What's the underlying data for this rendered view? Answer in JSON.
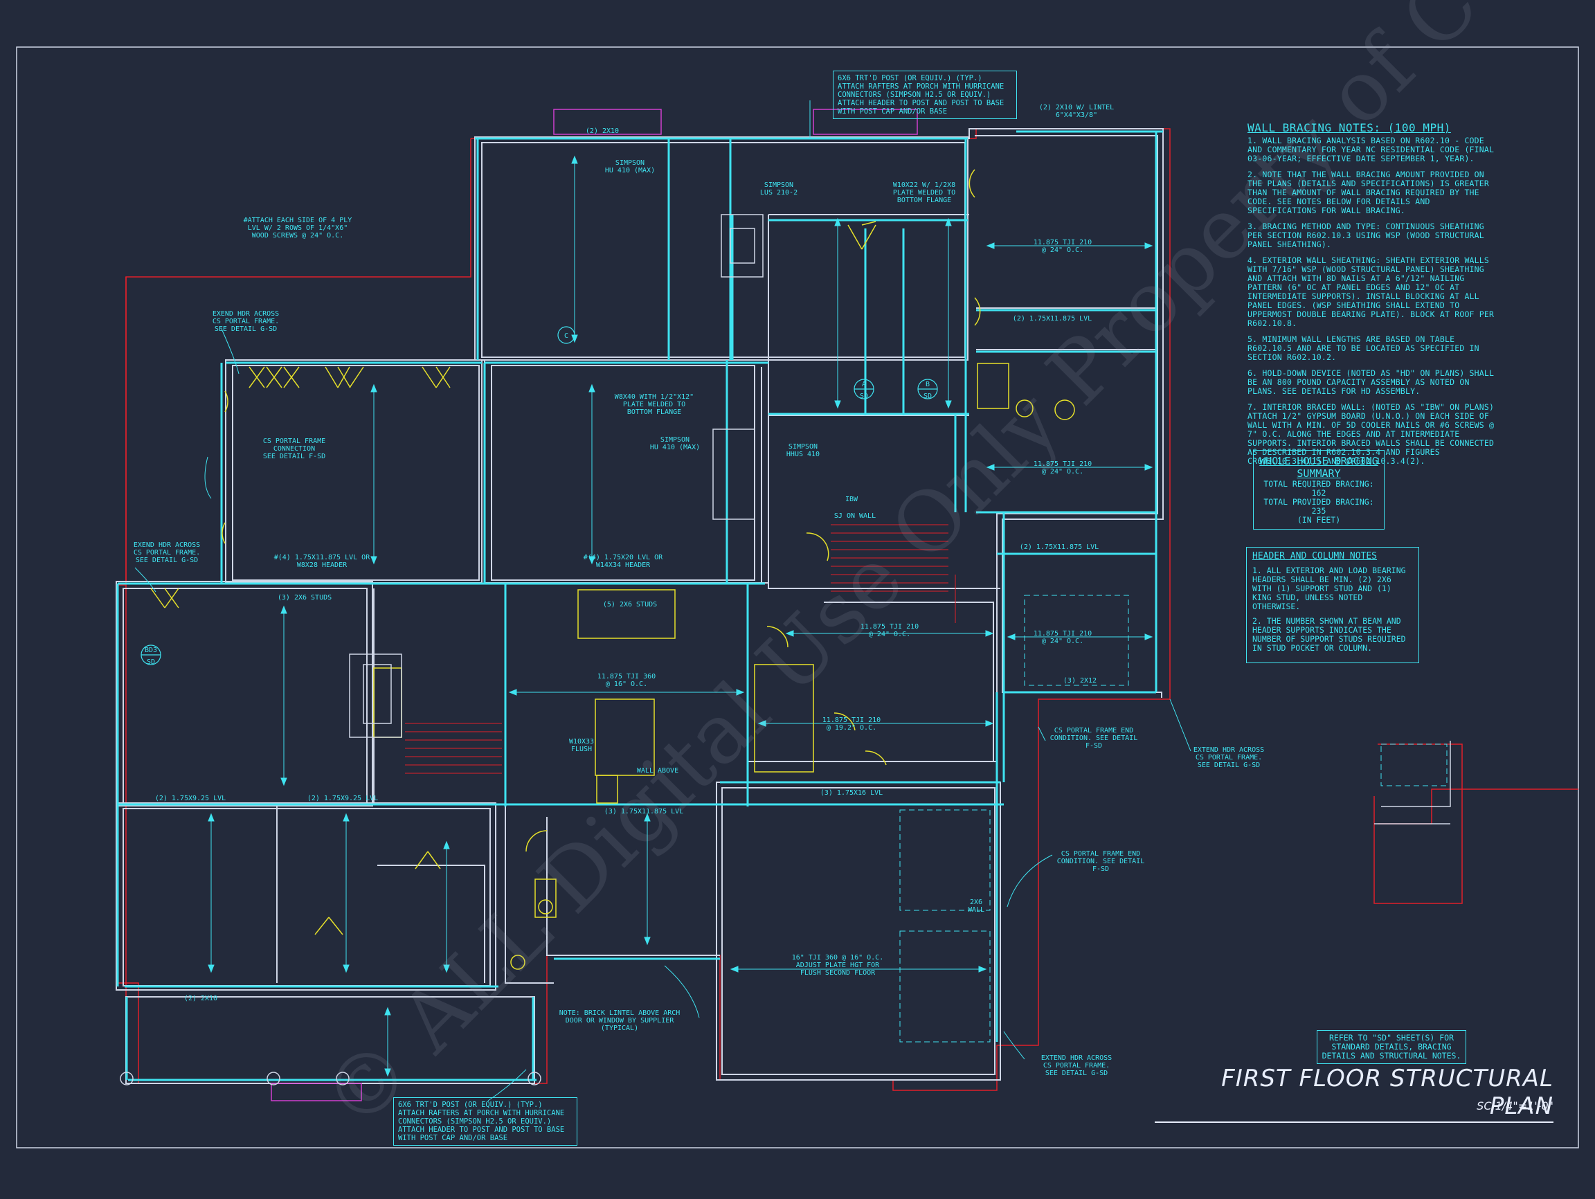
{
  "title": "FIRST FLOOR STRUCTURAL PLAN",
  "scale": "SC.1/4\"=1'-0\"",
  "wall_bracing_notes": {
    "heading": "WALL BRACING NOTES: (100 MPH)",
    "items": [
      "1. WALL BRACING ANALYSIS BASED ON R602.10 - CODE AND COMMENTARY FOR YEAR NC RESIDENTIAL CODE (FINAL 03-06-YEAR; EFFECTIVE DATE SEPTEMBER 1, YEAR).",
      "2. NOTE THAT THE WALL BRACING AMOUNT PROVIDED ON THE PLANS (DETAILS AND SPECIFICATIONS) IS GREATER THAN THE AMOUNT OF WALL BRACING REQUIRED BY THE CODE. SEE NOTES BELOW FOR DETAILS AND SPECIFICATIONS FOR WALL BRACING.",
      "3. BRACING METHOD AND TYPE: CONTINUOUS SHEATHING PER SECTION R602.10.3 USING WSP (WOOD STRUCTURAL PANEL SHEATHING).",
      "4. EXTERIOR WALL SHEATHING: SHEATH EXTERIOR WALLS WITH 7/16\" WSP (WOOD STRUCTURAL PANEL) SHEATHING AND ATTACH WITH 8d NAILS AT A 6\"/12\" NAILING PATTERN (6\" OC AT PANEL EDGES AND 12\" OC AT INTERMEDIATE SUPPORTS). INSTALL BLOCKING AT ALL PANEL EDGES. (WSP SHEATHING SHALL EXTEND TO UPPERMOST DOUBLE BEARING PLATE). BLOCK AT ROOF PER R602.10.8.",
      "5. MINIMUM WALL LENGTHS ARE BASED ON TABLE R602.10.5 AND ARE TO BE LOCATED AS SPECIFIED IN SECTION R602.10.2.",
      "6. HOLD-DOWN DEVICE (NOTED AS \"HD\" ON PLANS) SHALL BE AN 800 POUND CAPACITY ASSEMBLY AS NOTED ON PLANS. SEE DETAILS FOR HD ASSEMBLY.",
      "7. INTERIOR BRACED WALL: (NOTED AS \"IBW\" ON PLANS) ATTACH 1/2\" GYPSUM BOARD (U.N.O.) ON EACH SIDE OF WALL WITH A MIN. OF 5d COOLER NAILS OR #6 SCREWS @ 7\" O.C. ALONG THE EDGES AND AT INTERMEDIATE SUPPORTS. INTERIOR BRACED WALLS SHALL BE CONNECTED AS DESCRIBED IN R602.10.3.4 AND FIGURES CR602.10.3.4(1) AND CR602.10.3.4(2)."
    ]
  },
  "bracing_summary": {
    "heading": "WHOLE HOUSE BRACING SUMMARY",
    "required": "TOTAL REQUIRED BRACING: 162",
    "provided": "TOTAL PROVIDED BRACING: 235",
    "unit": "(IN FEET)"
  },
  "header_column_notes": {
    "heading": "HEADER AND COLUMN NOTES",
    "items": [
      "1. ALL EXTERIOR AND LOAD BEARING HEADERS SHALL BE MIN. (2) 2x6 WITH (1) SUPPORT STUD AND (1) KING STUD, UNLESS NOTED OTHERWISE.",
      "2. THE NUMBER SHOWN AT BEAM AND HEADER SUPPORTS INDICATES THE NUMBER OF SUPPORT STUDS REQUIRED IN STUD POCKET OR COLUMN."
    ]
  },
  "refer_note": "REFER TO \"SD\" SHEET(S) FOR STANDARD DETAILS, BRACING DETAILS AND STRUCTURAL NOTES.",
  "callouts": {
    "top_post": "6x6 TRT'D POST (OR EQUIV.) (TYP.) ATTACH RAFTERS AT PORCH WITH HURRICANE CONNECTORS (SIMPSON H2.5 OR EQUIV.) ATTACH HEADER TO POST AND POST TO BASE WITH POST CAP AND/OR BASE",
    "bottom_post": "6x6 TRT'D POST (OR EQUIV.) (TYP.) ATTACH RAFTERS AT PORCH WITH HURRICANE CONNECTORS (SIMPSON H2.5 OR EQUIV.) ATTACH HEADER TO POST AND POST TO BASE WITH POST CAP AND/OR BASE"
  },
  "labels": {
    "attach_plt": "#ATTACH EACH SIDE OF 4 PLY\nLVL w/ 2 ROWS OF 1/4\"x6\"\nWOOD SCREWS @ 24\" O.C.",
    "extend_hdr_1": "EXEND HDR ACROSS\nCS PORTAL FRAME.\nSEE DETAIL G-SD",
    "cs_portal": "CS PORTAL FRAME\nCONNECTION\nSEE DETAIL F-SD",
    "extend_hdr_2": "EXEND HDR ACROSS\nCS PORTAL FRAME.\nSEE DETAIL G-SD",
    "cs_portal_end_1": "CS PORTAL FRAME END\nCONDITION. SEE DETAIL F-SD",
    "extend_hdr_3": "EXTEND HDR ACROSS\nCS PORTAL FRAME.\nSEE DETAIL G-SD",
    "cs_portal_end_2": "CS PORTAL FRAME END\nCONDITION. SEE DETAIL F-SD",
    "extend_hdr_4": "EXTEND HDR ACROSS\nCS PORTAL FRAME.\nSEE DETAIL G-SD",
    "brick_lintel_1": "NOTE: BRICK LINTEL ABOVE ARCH\nDOOR OR WINDOW BY SUPPLIER\n(TYPICAL)",
    "flush_floor": "16\" TJI 360 @ 16\" O.C.\nADJUST PLATE HGT FOR\nFLUSH SECOND FLOOR",
    "beam_plate": "W8x40 WITH 1/2\"x12\"\nPLATE WELDED TO\nBOTTOM FLANGE",
    "beam_plate_2": "W10x22 W/ 1/2x8\nPLATE WELDED TO\nBOTTOM FLANGE",
    "two_ten_lintel": "(2) 2x10 w/ LINTEL\n6\"x4\"x3/8\"",
    "tji_1": "11.875 TJI 210\n@ 24\" O.C.",
    "tji_2": "11.875 TJI 210\n@ 24\" O.C.",
    "tji_3": "11.875 TJI 210\n@ 24\" O.C.",
    "tji_4": "11.875 TJI 360\n@ 16\" O.C.",
    "tji_5": "11.875 TJI 210\n@ 24\" O.C.",
    "tji_6": "11.875 TJI 210\n@ 19.2\" O.C.",
    "hdr_2x10": "(2) 2x10",
    "porch_2x10": "(2) 2x10",
    "lvl_1": "(2) 1.75x11.875 LVL",
    "lvl_2": "(2) 1.75x11.875 LVL",
    "lvl_3": "(3) 1.75x11.875 LVL",
    "lvl_4": "(3) 1.75x16 LVL",
    "lvl_5": "(2) 1.75x9.25 LVL",
    "lvl_6": "(2) 1.75x9.25 LVL",
    "studs_1": "(5) 2x6 STUDS",
    "studs_2": "(3) 2x6 STUDS",
    "simpson_1": "SIMPSON\nHU 410 (MAX)",
    "simpson_2": "SIMPSON\nHU 410 (MAX)",
    "simpson_3": "SIMPSON\nHHUS 410",
    "simpson_4": "SIMPSON\nLUS 210-2",
    "wall_above": "WALL ABOVE",
    "sj_on_wall": "SJ ON WALL",
    "ibw": "IBW",
    "w10": "W10x33\nFLUSH",
    "two_x6_wall": "2x6\nWALL",
    "header_3x12": "(3) 2x12",
    "hdr_4_lvl": "#(4) 1.75x11.875 LVL OR\nW8x28 HEADER",
    "hdr_4_lvl2": "#(4) 1.75x20 LVL OR\nW14x34 HEADER"
  },
  "watermark": "© ALL Digital Use Only Property of Construction Estimating"
}
